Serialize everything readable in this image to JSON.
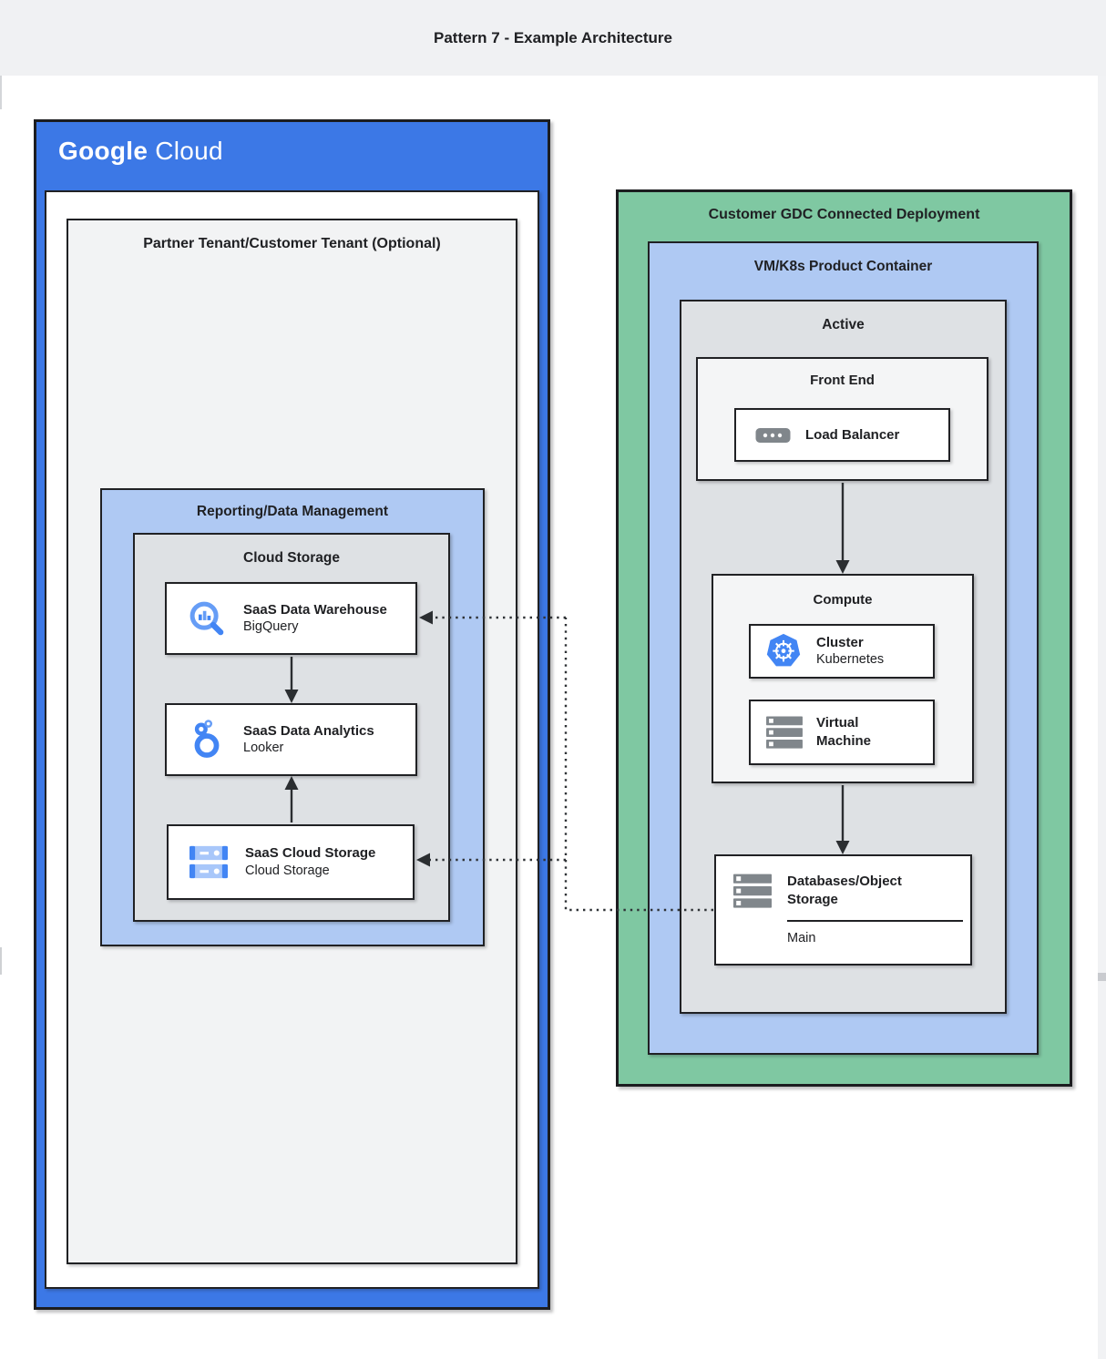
{
  "title_bar": {
    "title": "Pattern 7 - Example Architecture"
  },
  "google_cloud": {
    "logo_google": "Google",
    "logo_cloud": "Cloud",
    "partner_tenant_title": "Partner Tenant/Customer Tenant (Optional)",
    "reporting_title": "Reporting/Data Management",
    "cloud_storage_title": "Cloud Storage",
    "cards": [
      {
        "title": "SaaS Data Warehouse",
        "subtitle": "BigQuery",
        "icon": "bigquery-icon"
      },
      {
        "title": "SaaS Data Analytics",
        "subtitle": "Looker",
        "icon": "looker-icon"
      },
      {
        "title": "SaaS Cloud Storage",
        "subtitle": "Cloud Storage",
        "icon": "cloud-storage-icon"
      }
    ]
  },
  "gdc": {
    "title": "Customer GDC Connected Deployment",
    "vmk8s_title": "VM/K8s Product Container",
    "active_title": "Active",
    "front_end_title": "Front End",
    "load_balancer_label": "Load Balancer",
    "compute_title": "Compute",
    "cluster": {
      "title": "Cluster",
      "subtitle": "Kubernetes",
      "icon": "kubernetes-icon"
    },
    "virtual_machine_title": "Virtual Machine",
    "database": {
      "title": "Databases/Object Storage",
      "sub_label": "Main",
      "icon": "server-stack-icon"
    }
  },
  "colors": {
    "google_blue": "#3C78E6",
    "light_blue": "#AFC9F3",
    "green": "#7FC8A2",
    "panel_gray": "#DEE1E4",
    "panel_light": "#F2F3F4",
    "border_dark": "#202124",
    "icon_blue": "#4285F4",
    "icon_blue_light": "#669DF6",
    "icon_gray": "#80868B"
  }
}
